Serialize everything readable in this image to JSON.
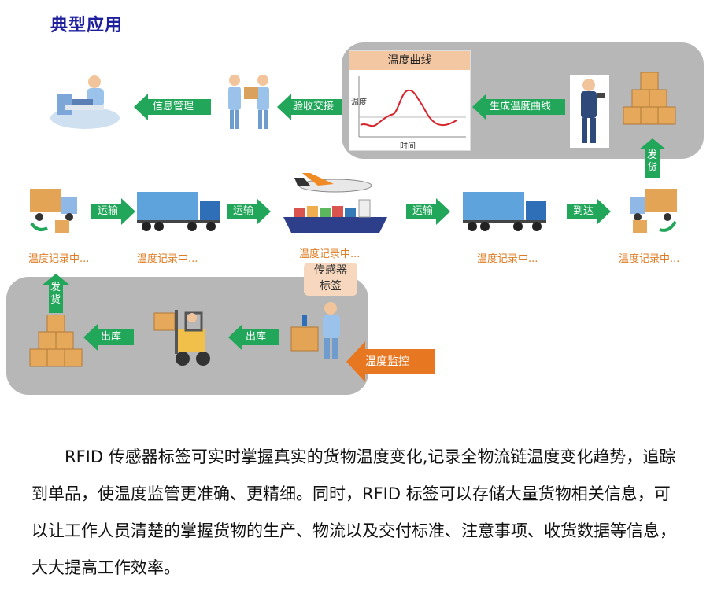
{
  "title": "典型应用",
  "top_panel": {
    "chart_title": "温度曲线",
    "y_label": "温度",
    "x_label": "时间"
  },
  "arrows": {
    "info_mgmt": "信息管理",
    "acceptance": "验收交接",
    "gen_curve": "生成温度曲线",
    "ship_right": "发货",
    "transport1": "运输",
    "transport2": "运输",
    "transport3": "运输",
    "arrive": "到达",
    "ship_left": "发货",
    "outbound1": "出库",
    "outbound2": "出库",
    "temp_monitor": "温度监控"
  },
  "stations": {
    "s1": "温度记录中...",
    "s2": "温度记录中...",
    "s3": "温度记录中...",
    "s4": "温度记录中...",
    "s5": "温度记录中..."
  },
  "sensor_callout": {
    "line1": "传感器",
    "line2": "标签"
  },
  "description": "RFID 传感器标签可实时掌握真实的货物温度变化,记录全物流链温度变化趋势，追踪到单品，使温度监管更准确、更精细。同时，RFID 标签可以存储大量货物相关信息，可以让工作人员清楚的掌握货物的生产、物流以及交付标准、注意事项、收货数据等信息，大大提高工作效率。",
  "colors": {
    "arrow_green": "#21a65a",
    "arrow_orange": "#e87722",
    "station_text": "#e07b22",
    "panel": "#b7b7b7",
    "title": "#1f1f9e"
  }
}
